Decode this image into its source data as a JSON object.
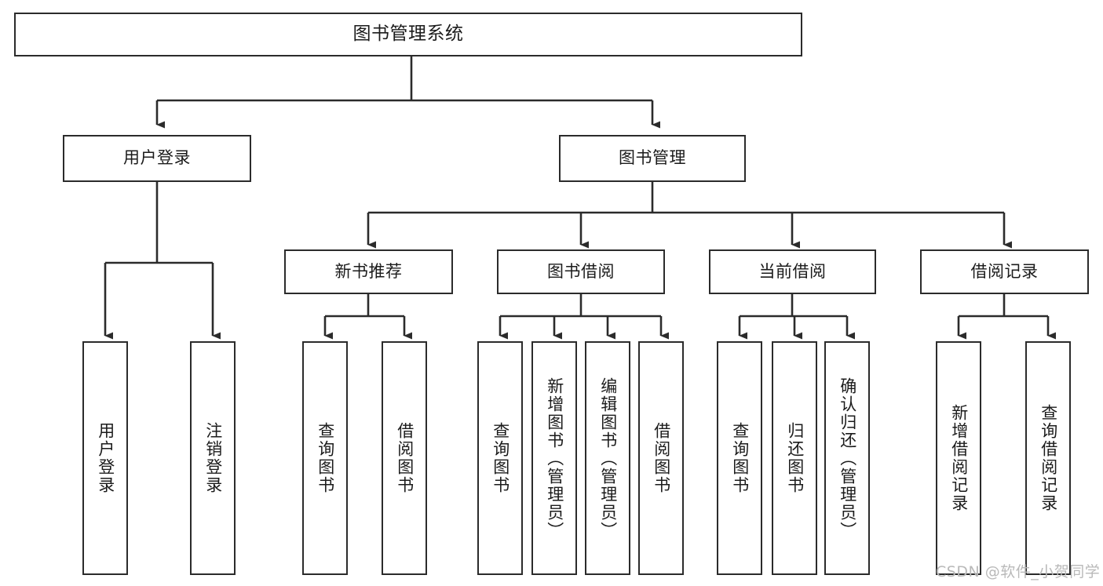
{
  "diagram": {
    "title": "图书管理系统",
    "type": "功能结构图",
    "watermark": "CSDN @软件_小贺同学",
    "colors": {
      "box_border": "#2b2b2b",
      "connector": "#2b2b2b",
      "background": "#ffffff",
      "text": "#1b1b1b",
      "watermark": "#b9b9b9"
    }
  },
  "nodes": {
    "root": {
      "label": "图书管理系统"
    },
    "level2": [
      {
        "id": "user-login",
        "label": "用户登录"
      },
      {
        "id": "book-manage",
        "label": "图书管理"
      }
    ],
    "level3": [
      {
        "id": "new-book-recommend",
        "label": "新书推荐"
      },
      {
        "id": "book-borrow",
        "label": "图书借阅"
      },
      {
        "id": "current-borrow",
        "label": "当前借阅"
      },
      {
        "id": "borrow-record",
        "label": "借阅记录"
      }
    ],
    "leaves": [
      {
        "id": "leaf-user-login",
        "label": "用户登录"
      },
      {
        "id": "leaf-user-logout",
        "label": "注销登录"
      },
      {
        "id": "leaf-query-book-1",
        "label": "查询图书"
      },
      {
        "id": "leaf-borrow-book-1",
        "label": "借阅图书"
      },
      {
        "id": "leaf-query-book-2",
        "label": "查询图书"
      },
      {
        "id": "leaf-add-book",
        "label": "新增图书（管理员）"
      },
      {
        "id": "leaf-edit-book",
        "label": "编辑图书（管理员）"
      },
      {
        "id": "leaf-borrow-book-2",
        "label": "借阅图书"
      },
      {
        "id": "leaf-query-book-3",
        "label": "查询图书"
      },
      {
        "id": "leaf-return-book",
        "label": "归还图书"
      },
      {
        "id": "leaf-confirm-return",
        "label": "确认归还（管理员）"
      },
      {
        "id": "leaf-add-record",
        "label": "新增借阅记录"
      },
      {
        "id": "leaf-query-record",
        "label": "查询借阅记录"
      }
    ]
  },
  "edges": [
    {
      "from": "root",
      "to": "user-login"
    },
    {
      "from": "root",
      "to": "book-manage"
    },
    {
      "from": "user-login",
      "to": "leaf-user-login"
    },
    {
      "from": "user-login",
      "to": "leaf-user-logout"
    },
    {
      "from": "book-manage",
      "to": "new-book-recommend"
    },
    {
      "from": "book-manage",
      "to": "book-borrow"
    },
    {
      "from": "book-manage",
      "to": "current-borrow"
    },
    {
      "from": "book-manage",
      "to": "borrow-record"
    },
    {
      "from": "new-book-recommend",
      "to": "leaf-query-book-1"
    },
    {
      "from": "new-book-recommend",
      "to": "leaf-borrow-book-1"
    },
    {
      "from": "book-borrow",
      "to": "leaf-query-book-2"
    },
    {
      "from": "book-borrow",
      "to": "leaf-add-book"
    },
    {
      "from": "book-borrow",
      "to": "leaf-edit-book"
    },
    {
      "from": "book-borrow",
      "to": "leaf-borrow-book-2"
    },
    {
      "from": "current-borrow",
      "to": "leaf-query-book-3"
    },
    {
      "from": "current-borrow",
      "to": "leaf-return-book"
    },
    {
      "from": "current-borrow",
      "to": "leaf-confirm-return"
    },
    {
      "from": "borrow-record",
      "to": "leaf-add-record"
    },
    {
      "from": "borrow-record",
      "to": "leaf-query-record"
    }
  ]
}
